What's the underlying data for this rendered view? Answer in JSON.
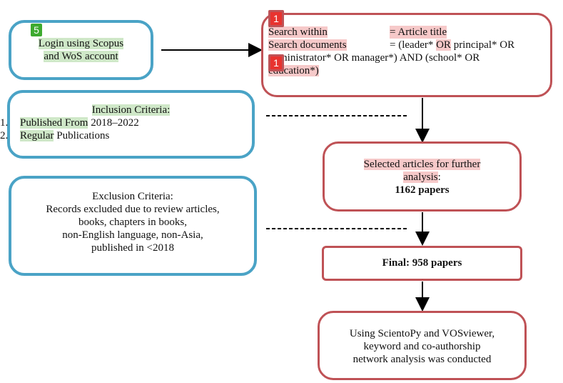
{
  "login": {
    "badge": "5",
    "line1": "Login using Scopus",
    "line2": "and WoS account"
  },
  "search": {
    "badge_top": "1",
    "badge_mid": "1",
    "label_within": "Search within",
    "value_within": "= Article title",
    "label_documents": "Search documents",
    "value_documents_pre": "= (leader* ",
    "value_documents_or": "OR",
    "value_documents_post": " principal* OR",
    "line3_tail": "ministrator* OR manager*) AND (school* OR",
    "line4": "education*)"
  },
  "inclusion": {
    "title": "Inclusion Criteria:",
    "items": [
      {
        "num": "1.",
        "hl": "Published From",
        "rest": " 2018–2022"
      },
      {
        "num": "2.",
        "hl": "Regular",
        "rest": " Publications"
      }
    ]
  },
  "exclusion": {
    "title": "Exclusion Criteria:",
    "lines": [
      "Records excluded due to review articles,",
      "books, chapters in books,",
      "non-English language, non-Asia,",
      "published in <2018"
    ]
  },
  "selected": {
    "line1": "Selected articles for further",
    "line2": "analysis",
    "colon": ":",
    "count": "1162 papers"
  },
  "final": {
    "label": "Final: 958 papers"
  },
  "analysis": {
    "lines": [
      "Using ScientoPy and VOSviewer,",
      "keyword and co-authorship",
      "network analysis was conducted"
    ]
  }
}
